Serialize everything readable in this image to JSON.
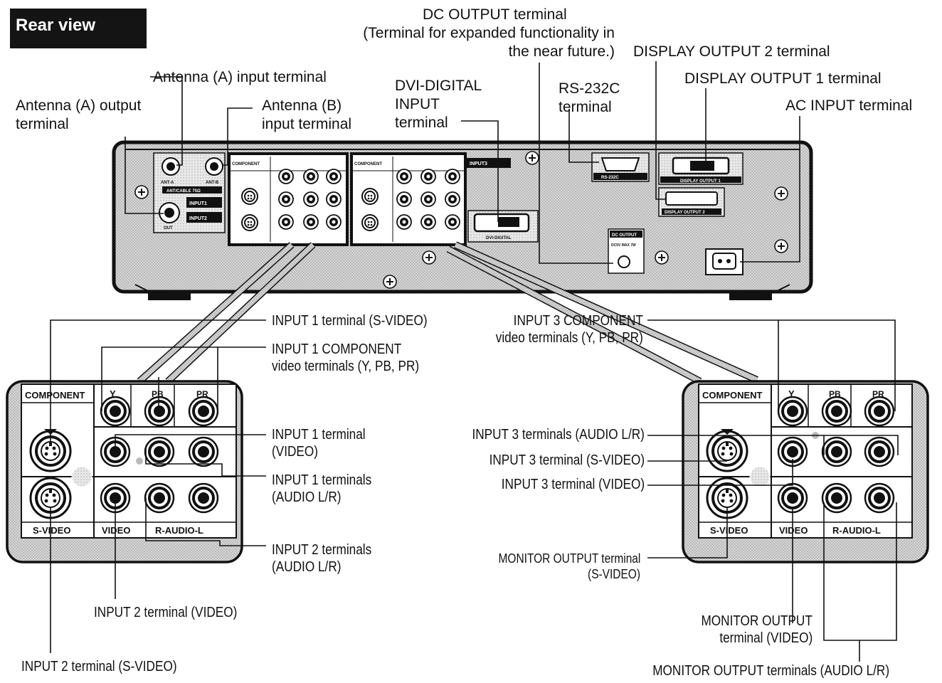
{
  "section_title": "Rear view",
  "top_labels": {
    "dc_output": [
      "DC OUTPUT terminal",
      "(Terminal for expanded functionality in",
      "the near future.)"
    ],
    "display_output_2": "DISPLAY OUTPUT 2 terminal",
    "antenna_a_input": "Antenna (A) input terminal",
    "display_output_1": "DISPLAY OUTPUT 1 terminal",
    "antenna_a_output": [
      "Antenna (A) output",
      "terminal"
    ],
    "antenna_b_input": [
      "Antenna (B)",
      "input terminal"
    ],
    "dvi_digital": [
      "DVI-DIGITAL",
      "INPUT",
      "terminal"
    ],
    "rs232c": [
      "RS-232C",
      "terminal"
    ],
    "ac_input": "AC INPUT terminal"
  },
  "panel_labels": {
    "component": "COMPONENT",
    "y": "Y",
    "pb": "PB",
    "pr": "PR",
    "s_video": "S-VIDEO",
    "video": "VIDEO",
    "r_audio_l": "R-AUDIO-L",
    "ant_a": "ANT-A",
    "ant_b": "ANT-B",
    "ant_cable": "ANT/CABLE 75Ω",
    "out": "OUT",
    "input1": "INPUT1",
    "input2": "INPUT2",
    "inputs3": "INPUT3",
    "dvi_digital": "DVI-DIGITAL",
    "rs232c": "RS-232C",
    "display_output_1": "DISPLAY OUTPUT 1",
    "display_output_2": "DISPLAY OUTPUT 2",
    "dc_output": "DC OUTPUT",
    "dc_output_spec": "DC5V MAX 7W"
  },
  "left_callouts": {
    "input1_svideo": "INPUT 1 terminal (S-VIDEO)",
    "input1_component": [
      "INPUT 1 COMPONENT",
      "video terminals (Y, PB, PR)"
    ],
    "input1_video": [
      "INPUT 1 terminal",
      "(VIDEO)"
    ],
    "input1_audio": [
      "INPUT 1 terminals",
      "(AUDIO L/R)"
    ],
    "input2_audio": [
      "INPUT 2 terminals",
      "(AUDIO L/R)"
    ],
    "input2_video": "INPUT 2 terminal (VIDEO)",
    "input2_svideo": "INPUT 2 terminal (S-VIDEO)"
  },
  "right_callouts": {
    "input3_component": [
      "INPUT 3 COMPONENT",
      "video terminals (Y, PB, PR)"
    ],
    "input3_audio": "INPUT 3 terminals (AUDIO L/R)",
    "input3_svideo": "INPUT 3 terminal (S-VIDEO)",
    "input3_video": "INPUT 3 terminal (VIDEO)",
    "monitor_svideo": [
      "MONITOR OUTPUT terminal",
      "(S-VIDEO)"
    ],
    "monitor_video": [
      "MONITOR OUTPUT",
      "terminal (VIDEO)"
    ],
    "monitor_audio": "MONITOR OUTPUT terminals (AUDIO L/R)"
  }
}
